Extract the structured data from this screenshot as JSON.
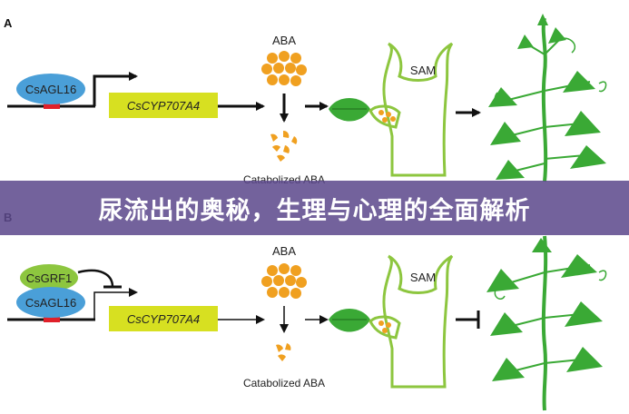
{
  "panels": {
    "a": {
      "letter": "A",
      "regulator": "CsAGL16",
      "gene": "CsCYP707A4",
      "aba_label": "ABA",
      "catabolized_label": "Catabolized ABA",
      "sam_label": "SAM"
    },
    "b": {
      "letter": "B",
      "repressor": "CsGRF1",
      "regulator": "CsAGL16",
      "gene": "CsCYP707A4",
      "aba_label": "ABA",
      "catabolized_label": "Catabolized ABA",
      "sam_label": "SAM"
    }
  },
  "banner": {
    "title": "尿流出的奥秘，生理与心理的全面解析"
  },
  "colors": {
    "regulator": "#4a9fd8",
    "repressor": "#8dc63f",
    "gene_box": "#d7e021",
    "aba": "#f0a020",
    "leaf": "#3aa935",
    "sam_outline": "#8dc63f",
    "dna_mark": "#e0202a",
    "banner": "#5c488c"
  }
}
